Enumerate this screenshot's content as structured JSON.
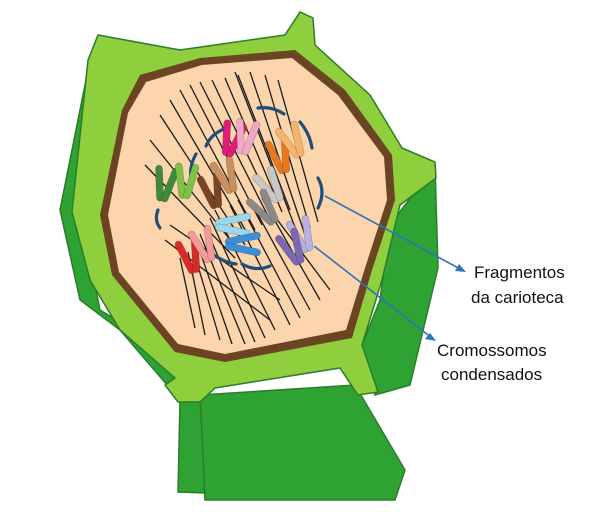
{
  "labels": {
    "fragments_line1": "Fragmentos",
    "fragments_line2": "da carioteca",
    "chromosomes_line1": "Cromossomos",
    "chromosomes_line2": "condensados"
  },
  "colors": {
    "wall_light": "#8fce3c",
    "wall_dark": "#2fa234",
    "wall_edge": "#2b7d2b",
    "membrane": "#6b4423",
    "cytoplasm": "#fcd5ad",
    "spindle": "#1a1a1a",
    "nuclear_envelope_fragments": "#1f4e79",
    "pointer_lines": "#2e74b5"
  },
  "chromosome_colors": [
    "#3f8a38",
    "#7ec04a",
    "#7a4426",
    "#c79060",
    "#e01b78",
    "#f2a6c8",
    "#e8781e",
    "#f6b56a",
    "#c8c8c8",
    "#8a8a8a",
    "#9ad7f0",
    "#3b8fd9",
    "#b7b0e0",
    "#7b68b0",
    "#d92a2a",
    "#f49a9a"
  ]
}
